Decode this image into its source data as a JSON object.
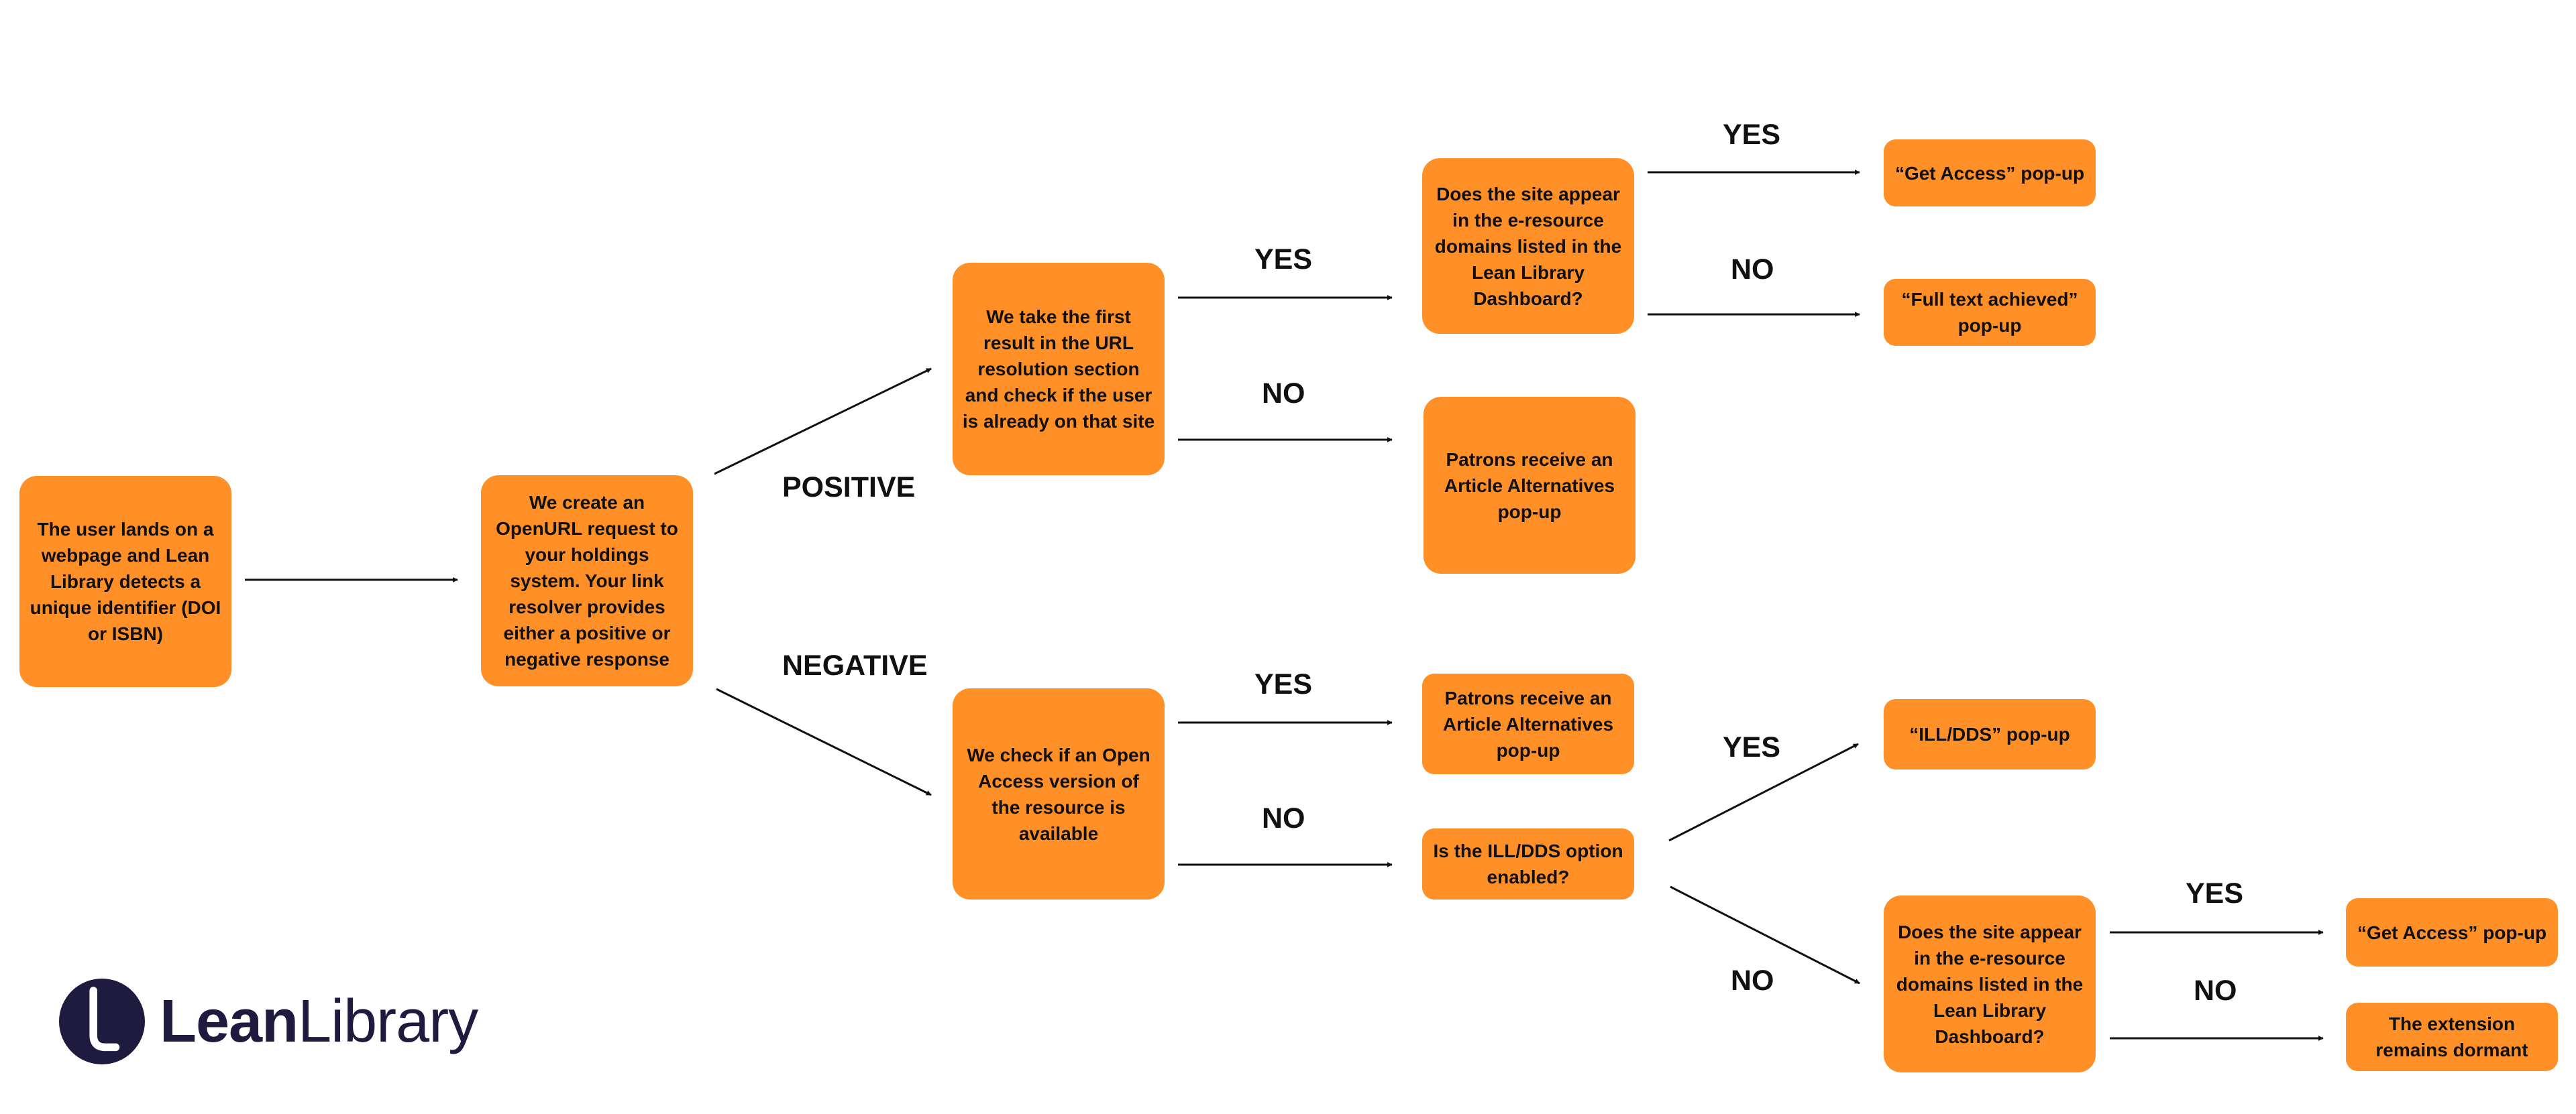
{
  "colors": {
    "node_fill": "#FF8F27",
    "text": "#111111",
    "logo": "#1E1B3E"
  },
  "nodes": {
    "start": "The user lands on a webpage and Lean Library detects a unique identifier (DOI or ISBN)",
    "openurl": "We create an OpenURL request to your holdings system. Your link resolver provides either a positive or negative response",
    "first_result": "We take the first result in the URL resolution section and check if the user is already on that site",
    "site_appear_1": "Does the site appear in the e-resource domains listed in the Lean Library Dashboard?",
    "get_access_1": "“Get Access” pop-up",
    "full_text": "“Full text achieved” pop-up",
    "article_alt_1": "Patrons receive an Article Alternatives pop-up",
    "open_access": "We check if an Open Access version of the resource is available",
    "article_alt_2": "Patrons receive an Article Alternatives pop-up",
    "ill_enabled": "Is the ILL/DDS option enabled?",
    "ill_popup": "“ILL/DDS” pop-up",
    "site_appear_2": "Does the site appear in the e-resource domains listed in the Lean Library Dashboard?",
    "get_access_2": "“Get Access” pop-up",
    "dormant": "The extension remains dormant"
  },
  "labels": {
    "positive": "POSITIVE",
    "negative": "NEGATIVE",
    "yes": "YES",
    "no": "NO"
  },
  "logo": {
    "part1": "Lean",
    "part2": "Library",
    "icon": "lean-library-logo-icon"
  }
}
